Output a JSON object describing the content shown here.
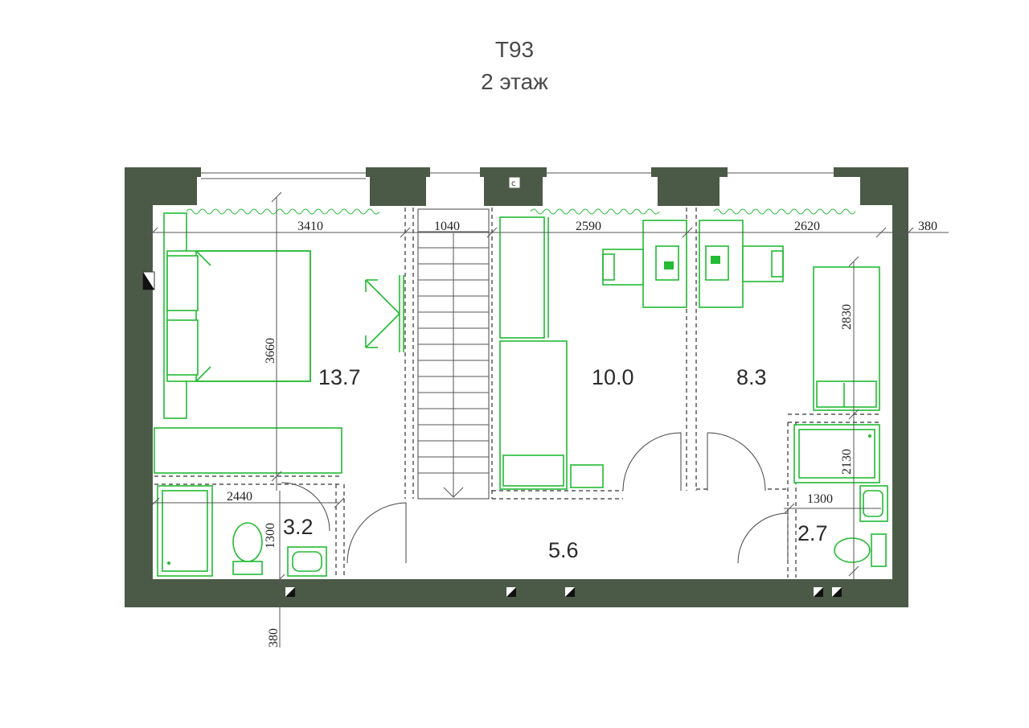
{
  "header": {
    "title": "Т93",
    "floor": "2 этаж"
  },
  "dimensions": {
    "w1": "3410",
    "w2": "1040",
    "w3": "2590",
    "w4": "2620",
    "wall": "380",
    "h_bedroom": "3660",
    "h_bed2": "2830",
    "h_shower": "2130",
    "w_bath1": "2440",
    "h_bath1": "1300",
    "w_bath2": "1300",
    "wall_bottom": "380"
  },
  "areas": {
    "bedroom": "13.7",
    "room2": "10.0",
    "room3": "8.3",
    "bath1": "3.2",
    "hall": "5.6",
    "bath2": "2.7"
  },
  "colors": {
    "wall": "#4a5a46",
    "furniture": "#22bb33"
  }
}
